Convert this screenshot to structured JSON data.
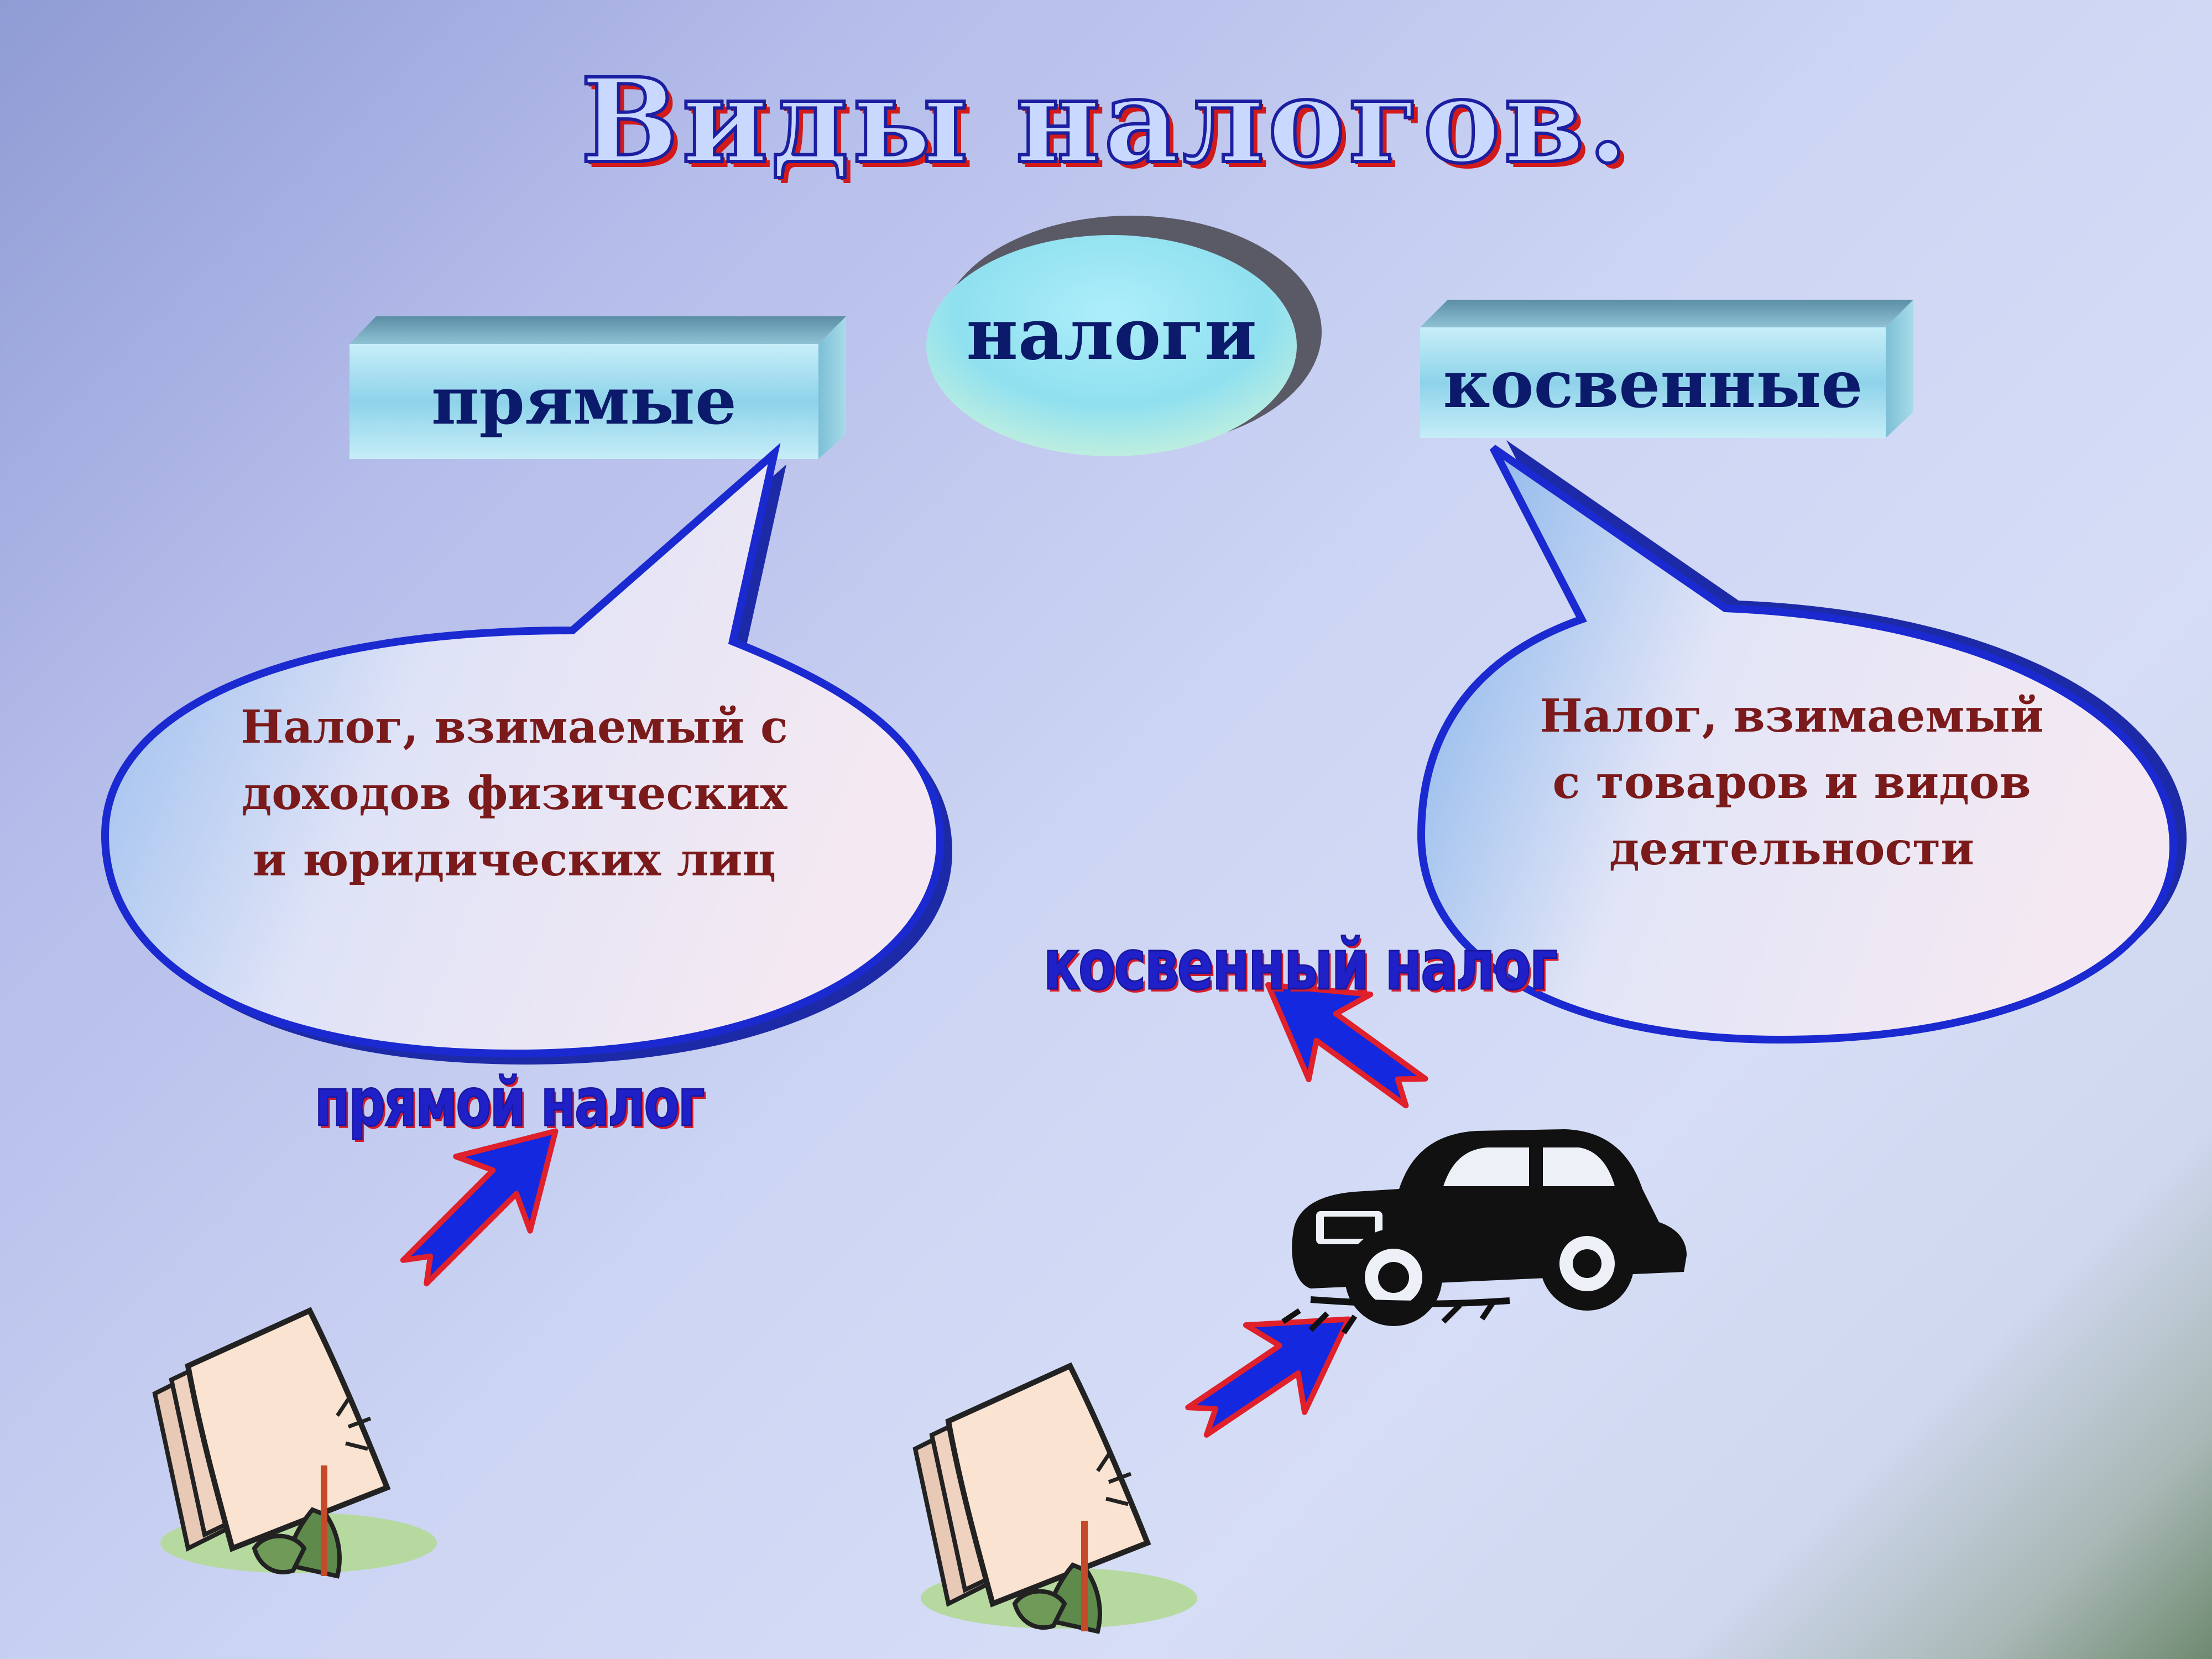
{
  "slide": {
    "title": "Виды налогов.",
    "center_node": "налоги",
    "direct": {
      "label": "прямые",
      "description_lines": [
        "Налог, взимаемый с",
        "доходов физических",
        "и юридических лиц"
      ],
      "arrow_label": "прямой налог"
    },
    "indirect": {
      "label": "косвенные",
      "description_lines": [
        "Налог, взимаемый",
        "с товаров и видов",
        "деятельности"
      ],
      "arrow_label": "косвенный налог"
    }
  },
  "icons": [
    "document-figure-icon",
    "document-figure-icon",
    "car-icon",
    "arrow-icon"
  ],
  "colors": {
    "box": "#8fd0e6",
    "bubble_border": "#1a2ad0",
    "text_box": "#0c1a6b",
    "text_bubble": "#7a1a1a",
    "arrow": "#1428e0",
    "arrow_outline": "#e0202a"
  }
}
